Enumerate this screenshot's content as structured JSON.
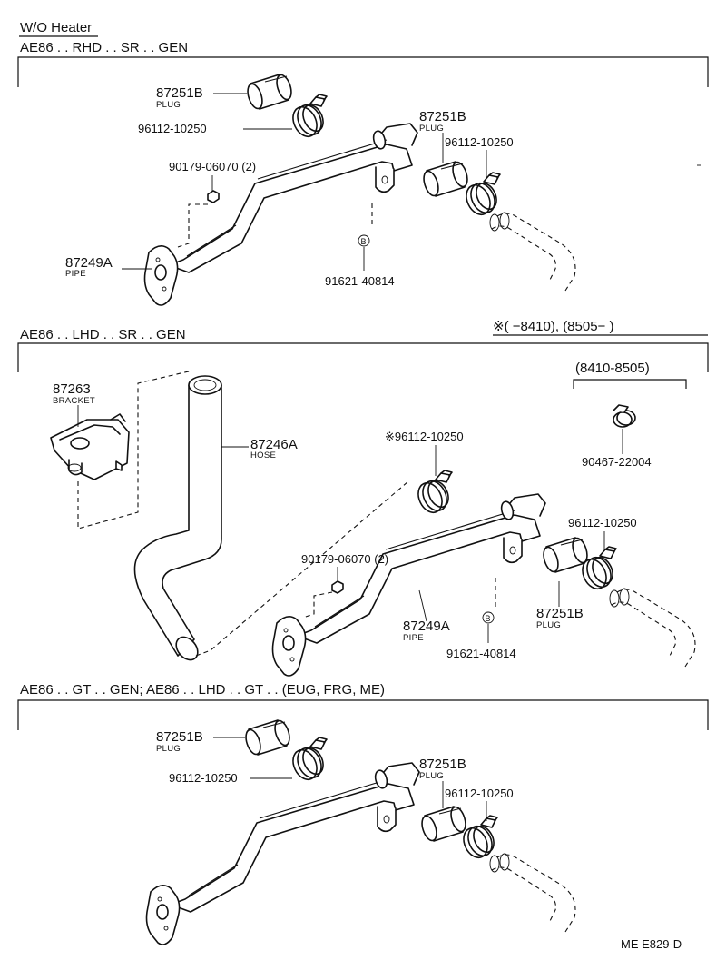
{
  "header_title": "W/O Heater",
  "footer_code": "ME  E829-D",
  "sections": [
    {
      "title": "AE86 . . RHD . . SR . . GEN",
      "labels": {
        "plug_left_no": "87251B",
        "plug_left_cap": "PLUG",
        "clamp_left_no": "96112-10250",
        "nut_no": "90179-06070 (2)",
        "pipe_no": "87249A",
        "pipe_cap": "PIPE",
        "plug_right_no": "87251B",
        "plug_right_cap": "PLUG",
        "clamp_right_no": "96112-10250",
        "bolt_no": "91621-40814",
        "bolt_mark": "B"
      }
    },
    {
      "title": "AE86 . . LHD . . SR . . GEN",
      "note": "※(        −8410), (8505−        )",
      "labels": {
        "bracket_no": "87263",
        "bracket_cap": "BRACKET",
        "hose_no": "87246A",
        "hose_cap": "HOSE",
        "clamp_star_no": "※96112-10250",
        "nut_no": "90179-06070  (2)",
        "pipe_no": "87249A",
        "pipe_cap": "PIPE",
        "bolt_no": "91621-40814",
        "bolt_mark": "B",
        "range_no": "(8410-8505)",
        "clip_no": "90467-22004",
        "clamp_right_no": "96112-10250",
        "plug_no": "87251B",
        "plug_cap": "PLUG"
      }
    },
    {
      "title": "AE86 . . GT . . GEN; AE86 . . LHD . . GT . . (EUG, FRG, ME)",
      "labels": {
        "plug_left_no": "87251B",
        "plug_left_cap": "PLUG",
        "clamp_left_no": "96112-10250",
        "plug_right_no": "87251B",
        "plug_right_cap": "PLUG",
        "clamp_right_no": "96112-10250"
      }
    }
  ]
}
